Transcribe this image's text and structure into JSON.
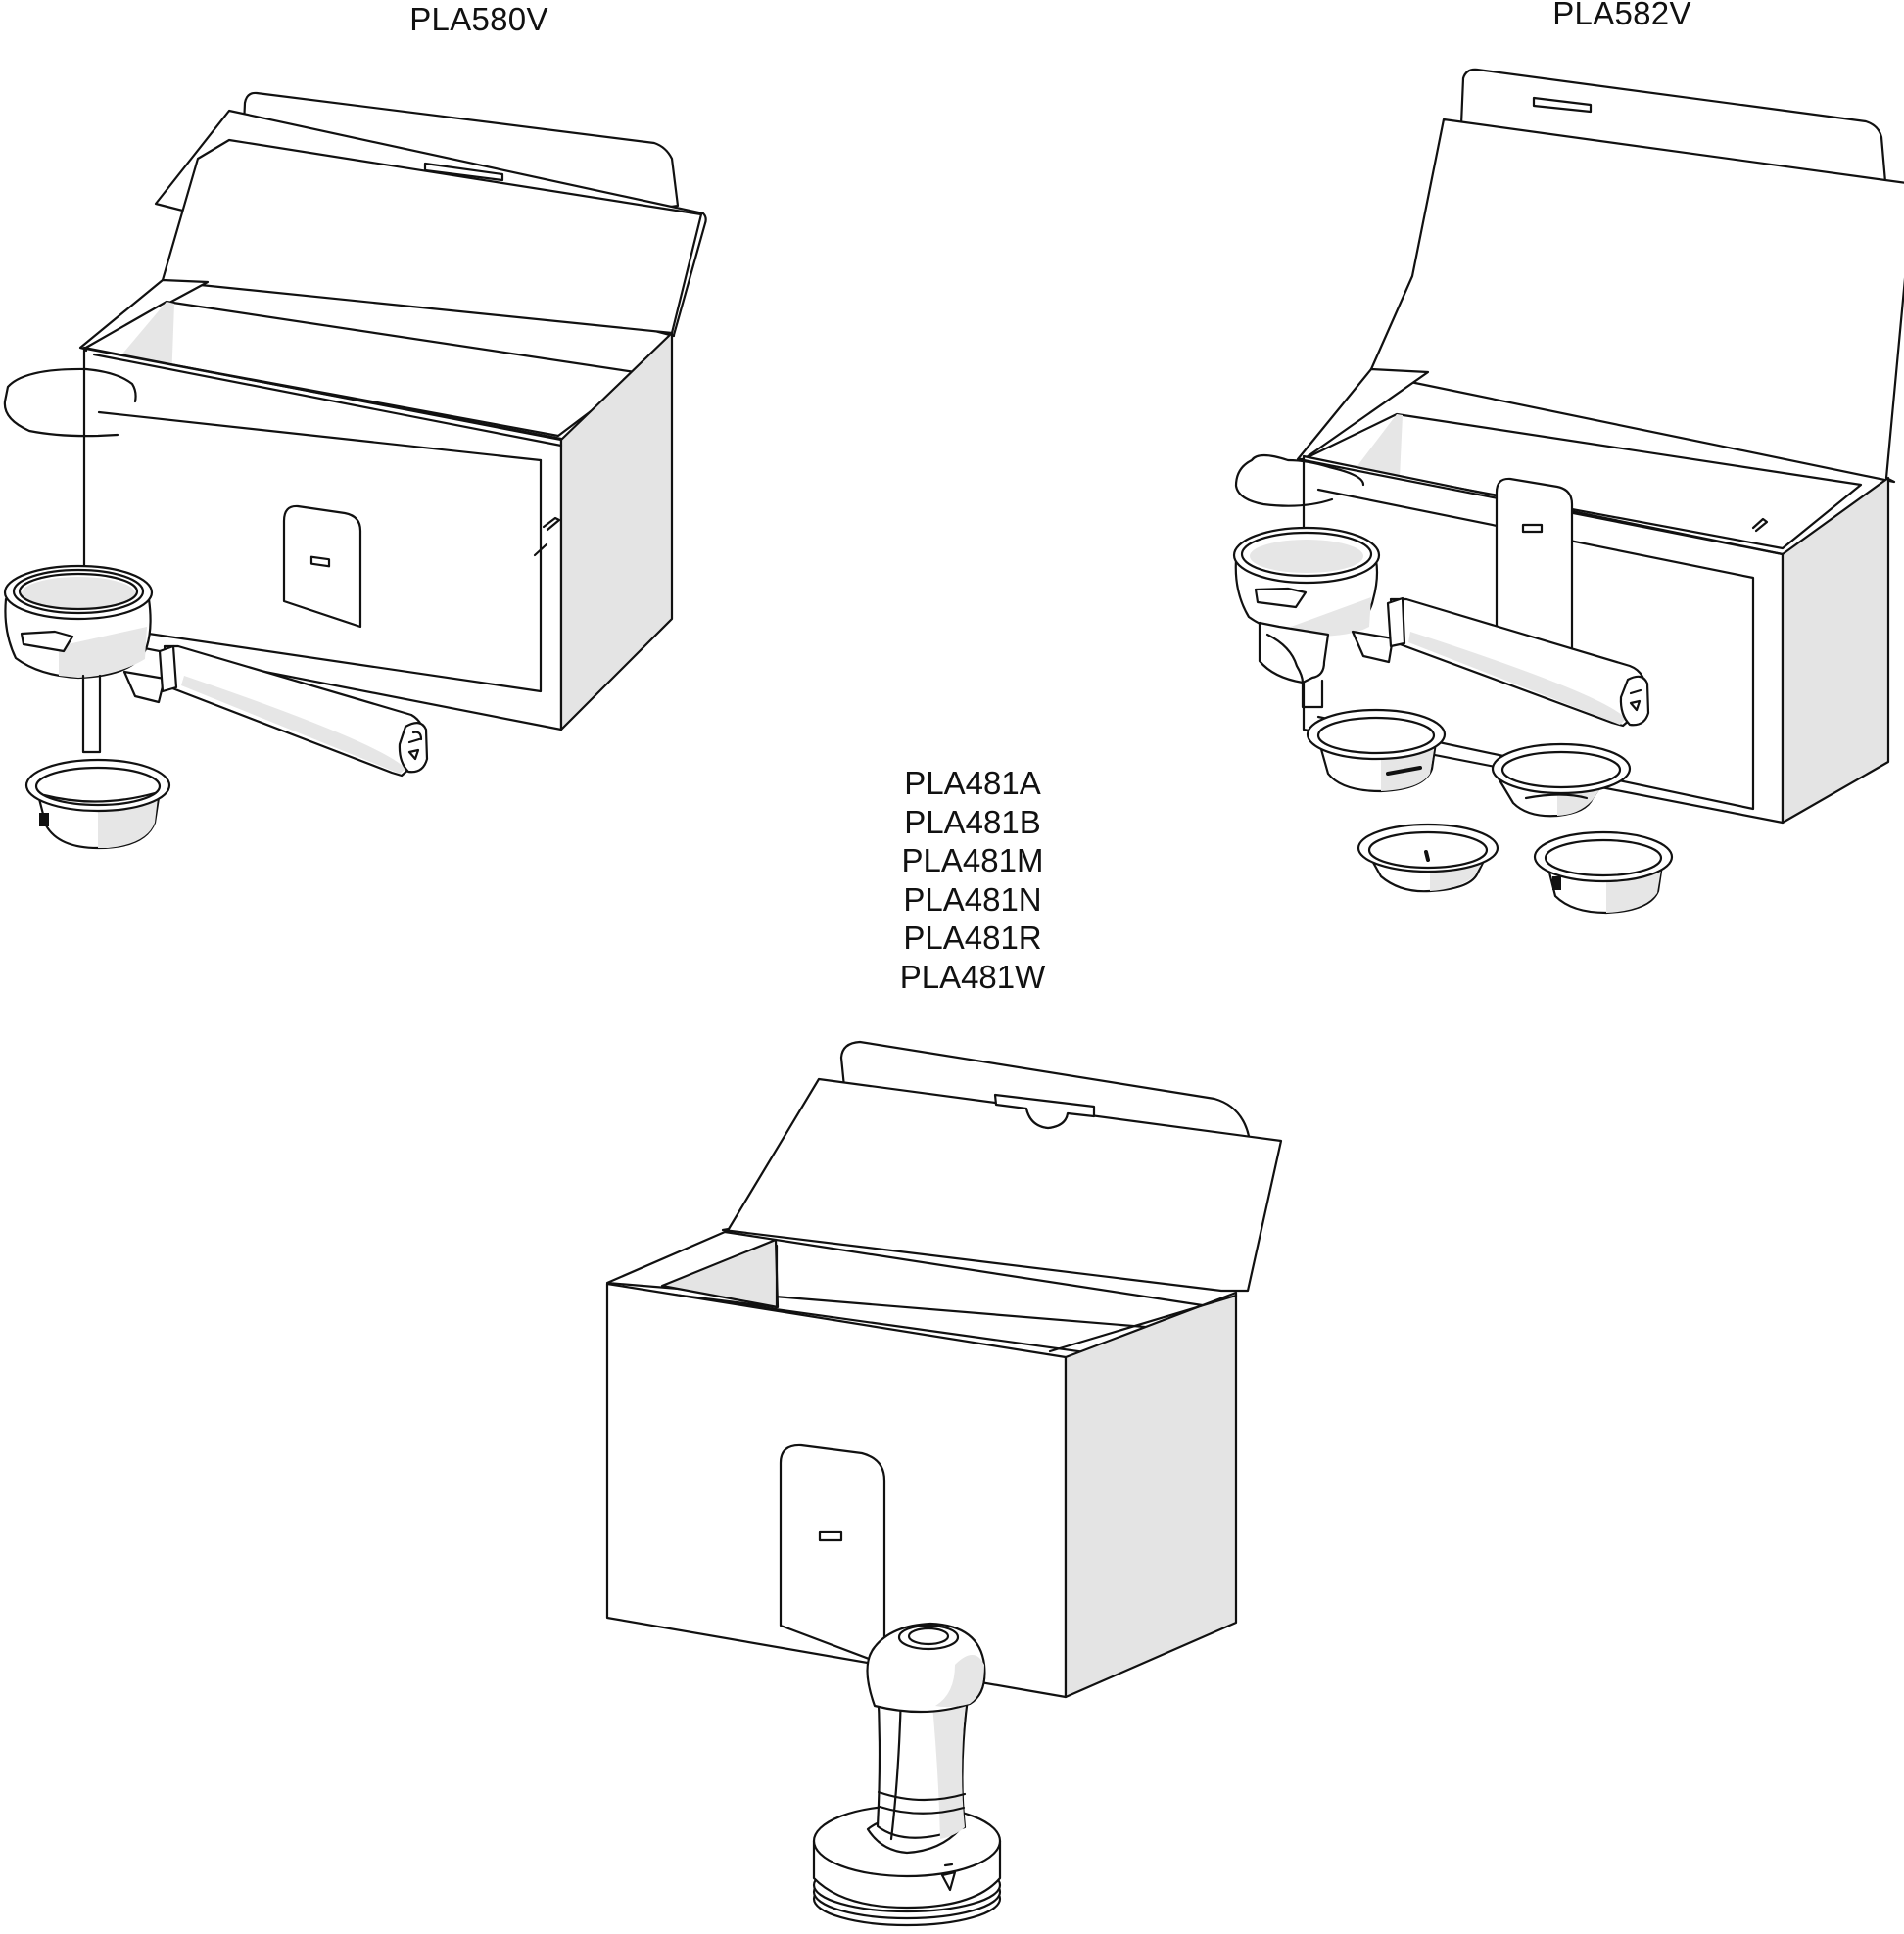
{
  "figure": {
    "type": "product line drawing",
    "background": "#ffffff",
    "line_color": "#111111",
    "shade_color": "#e4e4e4"
  },
  "items": [
    {
      "label": "PLA580V",
      "description": "Open gift box with single portafilter, filter basket and spring clip",
      "contents": [
        "box",
        "portafilter",
        "filter-basket",
        "spring-clip"
      ]
    },
    {
      "label": "PLA582V",
      "description": "Open gift box with double-spout portafilter, four filter baskets and spring clip",
      "contents": [
        "box",
        "portafilter-double-spout",
        "filter-basket",
        "filter-basket",
        "filter-basket",
        "filter-basket",
        "spring-clip"
      ]
    },
    {
      "label_lines": [
        "PLA481A",
        "PLA481B",
        "PLA481M",
        "PLA481N",
        "PLA481R",
        "PLA481W"
      ],
      "description": "Open gift box with coffee tamper",
      "contents": [
        "box",
        "tamper"
      ]
    }
  ]
}
